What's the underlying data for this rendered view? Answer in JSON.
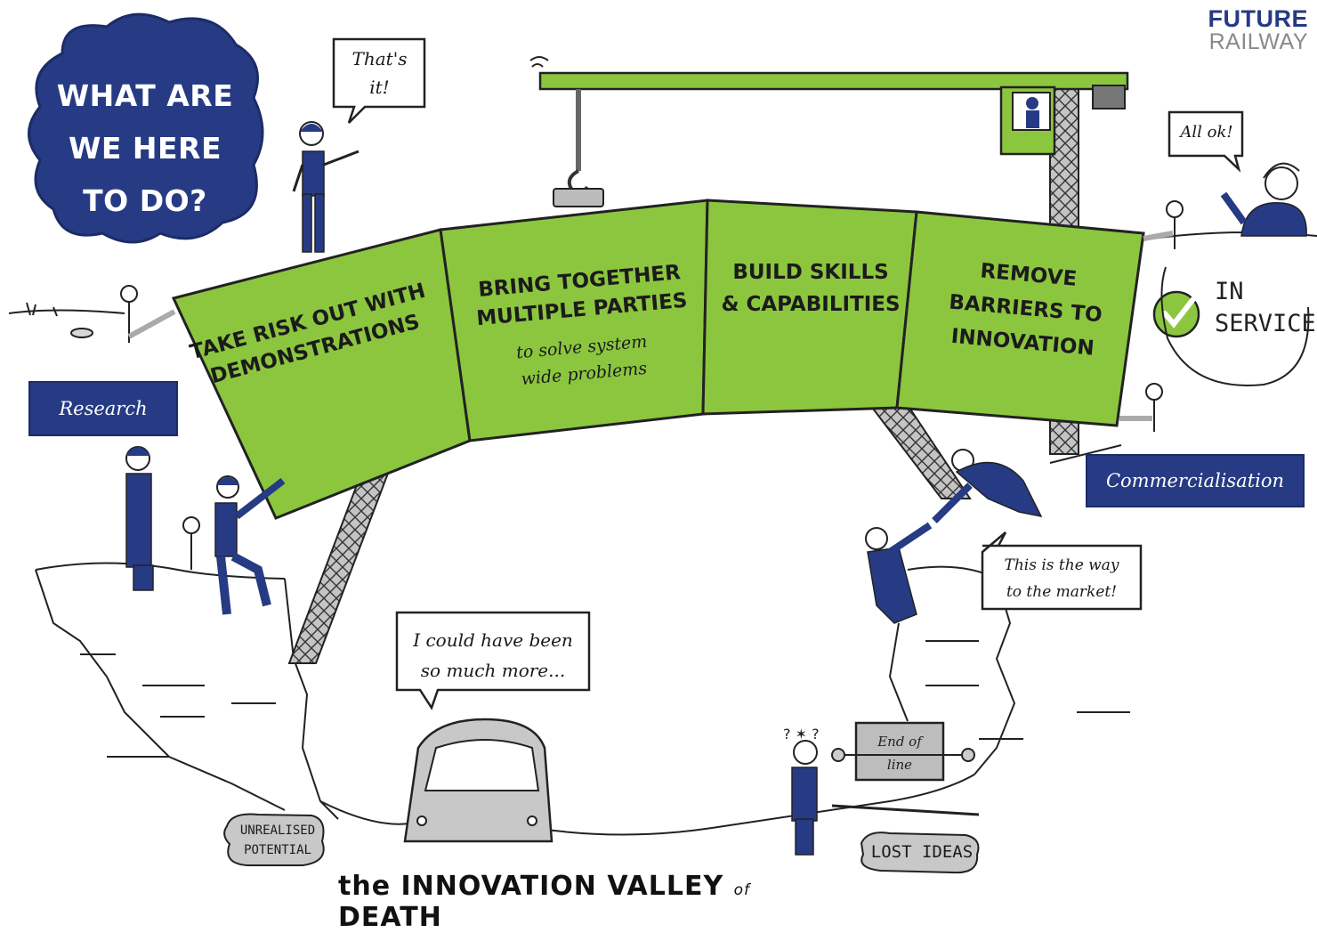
{
  "brand": {
    "line1": "FUTURE",
    "line2": "RAILWAY"
  },
  "cloud": {
    "line1": "WHAT ARE",
    "line2": "WE HERE",
    "line3": "TO DO?"
  },
  "stages": {
    "research": "Research",
    "commercialisation": "Commercialisation"
  },
  "bubbles": {
    "thats_it_1": "That's",
    "thats_it_2": "it!",
    "all_ok": "All ok!",
    "could_have_1": "I could have been",
    "could_have_2": "so much more...",
    "way_to_market_1": "This is the way",
    "way_to_market_2": "to the market!"
  },
  "panels": {
    "p1_line1": "TAKE RISK OUT WITH",
    "p1_line2": "DEMONSTRATIONS",
    "p2_line1": "BRING TOGETHER",
    "p2_line2": "MULTIPLE PARTIES",
    "p2_sub1": "to solve system",
    "p2_sub2": "wide problems",
    "p3_line1": "BUILD SKILLS",
    "p3_line2": "& CAPABILITIES",
    "p4_line1": "REMOVE",
    "p4_line2": "BARRIERS TO",
    "p4_line3": "INNOVATION"
  },
  "in_service": {
    "line1": "IN",
    "line2": "SERVICE"
  },
  "end_of_line": {
    "line1": "End of",
    "line2": "line"
  },
  "stones": {
    "unrealised_1": "UNREALISED",
    "unrealised_2": "POTENTIAL",
    "lost_ideas": "LOST IDEAS"
  },
  "title": {
    "part1": "the INNOVATION VALLEY",
    "part2": "of",
    "part3": "DEATH"
  },
  "colors": {
    "navy": "#263b84",
    "green": "#8cc63f",
    "grey": "#c8c8c8"
  },
  "icons": [
    "cloud-shape",
    "crane",
    "hook",
    "check-circle-icon",
    "worker-figure",
    "train-front",
    "end-of-line-sign"
  ]
}
